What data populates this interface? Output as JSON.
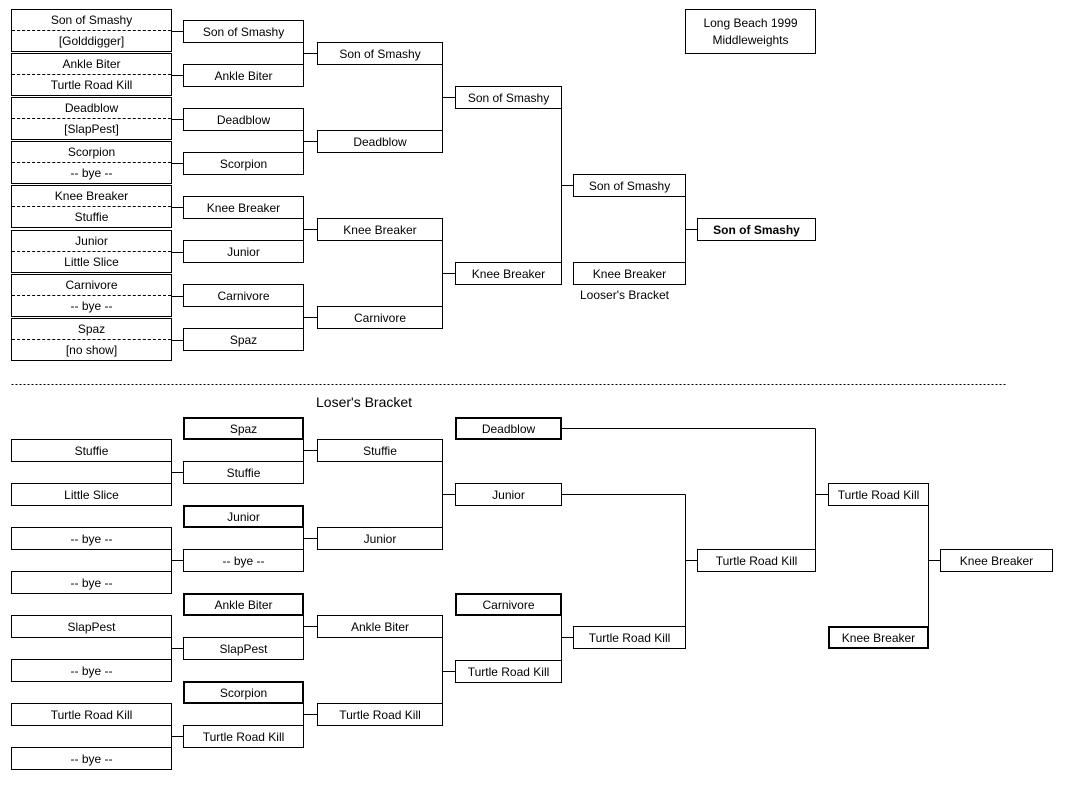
{
  "title": {
    "line1": "Long Beach 1999",
    "line2": "Middleweights"
  },
  "winners": {
    "round1": [
      [
        "Son of Smashy",
        "[Golddigger]"
      ],
      [
        "Ankle Biter",
        "Turtle Road Kill"
      ],
      [
        "Deadblow",
        "[SlapPest]"
      ],
      [
        "Scorpion",
        "-- bye --"
      ],
      [
        "Knee Breaker",
        "Stuffie"
      ],
      [
        "Junior",
        "Little Slice"
      ],
      [
        "Carnivore",
        "-- bye --"
      ],
      [
        "Spaz",
        "[no show]"
      ]
    ],
    "round2": [
      "Son of Smashy",
      "Ankle Biter",
      "Deadblow",
      "Scorpion",
      "Knee Breaker",
      "Junior",
      "Carnivore",
      "Spaz"
    ],
    "round3": [
      "Son of Smashy",
      "Deadblow",
      "Knee Breaker",
      "Carnivore"
    ],
    "round4": [
      "Son of Smashy",
      "Knee Breaker"
    ],
    "final": [
      "Son of Smashy",
      "Knee Breaker"
    ],
    "final_note": "Looser's Bracket",
    "champion": "Son of Smashy"
  },
  "losers": {
    "title": "Loser's Bracket",
    "round1": [
      "Stuffie",
      "Little Slice",
      "-- bye --",
      "-- bye --",
      "SlapPest",
      "-- bye --",
      "Turtle Road Kill",
      "-- bye --"
    ],
    "round2": [
      "Spaz",
      "Stuffie",
      "Junior",
      "-- bye --",
      "Ankle Biter",
      "SlapPest",
      "Scorpion",
      "Turtle Road Kill"
    ],
    "round3": [
      "Stuffie",
      "Junior",
      "Ankle Biter",
      "Turtle Road Kill"
    ],
    "round4": [
      "Deadblow",
      "Junior",
      "Carnivore",
      "Turtle Road Kill"
    ],
    "round5": [
      "Turtle Road Kill"
    ],
    "round6": [
      "Turtle Road Kill"
    ],
    "round7": [
      "Turtle Road Kill",
      "Knee Breaker"
    ],
    "final": "Knee Breaker"
  }
}
